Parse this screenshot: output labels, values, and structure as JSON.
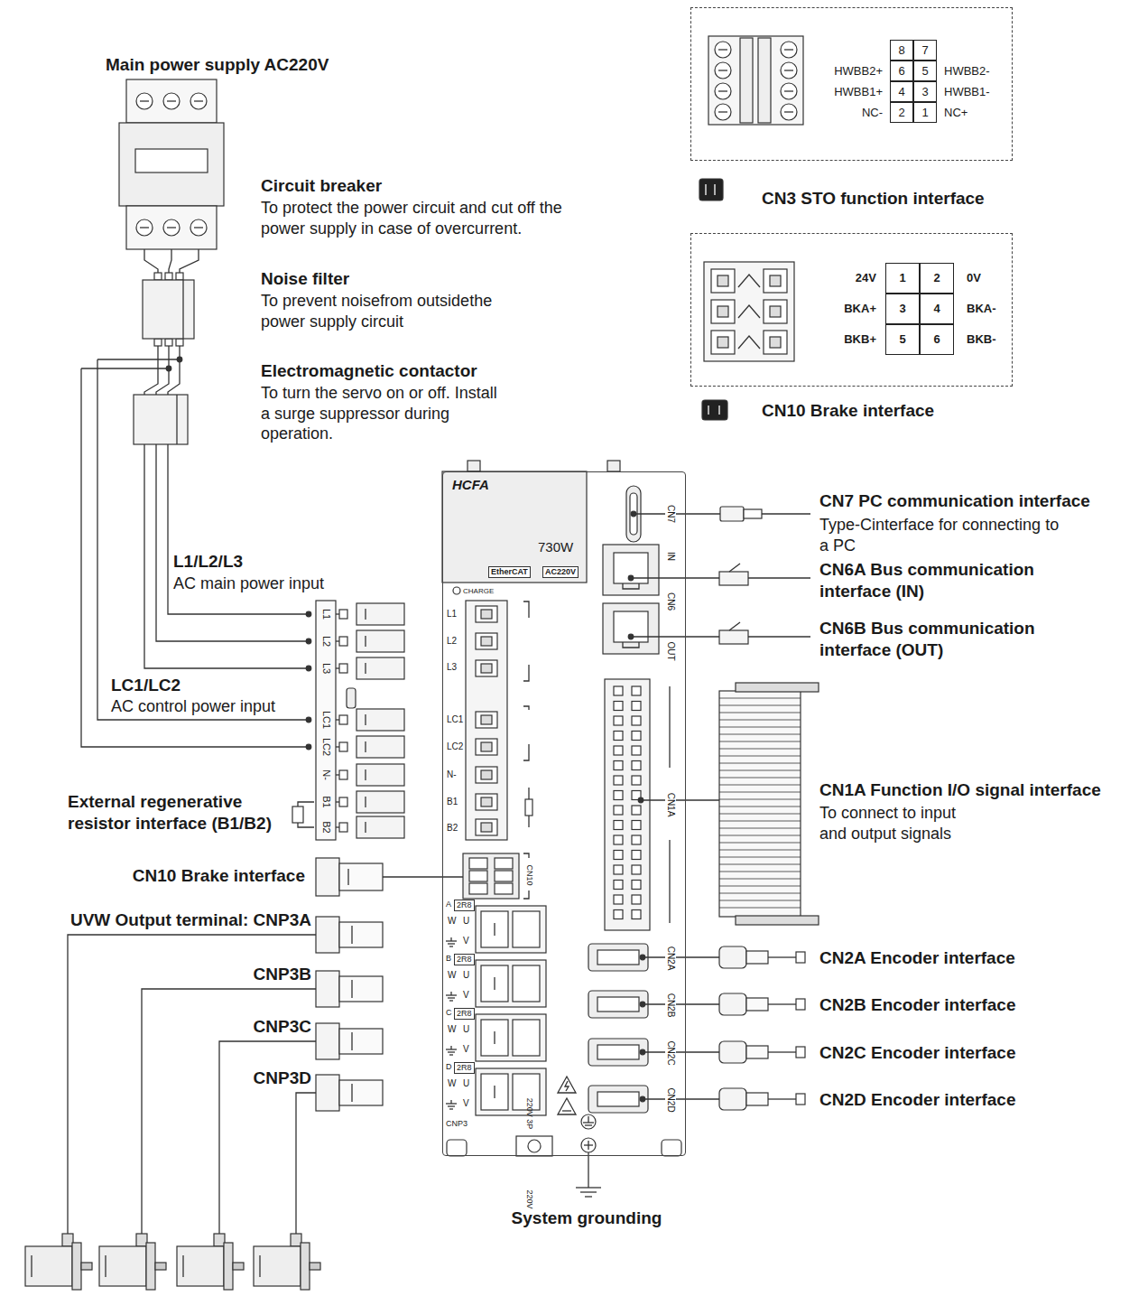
{
  "diagram": {
    "nodes": [
      {
        "text": [
          "8",
          "7",
          "HWBB2+",
          "6",
          "5",
          "HWBB2-",
          "HWBB1+",
          "4",
          "3",
          "HWBB1-",
          "NC-",
          "2",
          "1",
          "NC+",
          "CN3 STO function interface"
        ]
      },
      {
        "text": [
          "24V",
          "1",
          "2",
          "0V",
          "BKA+",
          "3",
          "4",
          "BKA-",
          "BKB+",
          "5",
          "6",
          "BKB-",
          "CN10 Brake interface"
        ]
      },
      {
        "text": [
          "L1",
          "L2",
          "L3",
          "LC1",
          "LC2",
          "N-",
          "B1",
          "B2"
        ]
      },
      {
        "text": [
          "HCFA",
          "730W",
          "EtherCAT",
          "AC220V",
          "CHARGE",
          "L1",
          "L2",
          "L3",
          "LC1",
          "LC2",
          "N-",
          "B1",
          "B2",
          "220V 3P",
          "220V",
          "CN10",
          "A",
          "2R8",
          "W",
          "U",
          "V",
          "B",
          "2R8",
          "W",
          "U",
          "V",
          "C",
          "2R8",
          "W",
          "U",
          "V",
          "D",
          "2R8",
          "W",
          "U",
          "V",
          "CNP3",
          "CN7",
          "IN",
          "CN6",
          "OUT",
          "CN1A",
          "CN2A",
          "CN2B",
          "CN2C",
          "CN2D"
        ]
      }
    ],
    "labels": [
      "Main power supply AC220V",
      "Circuit breaker",
      "To protect the power circuit and cut off the power supply in case of overcurrent.",
      "Noise filter",
      "To prevent noisefrom outsidethe power supply circuit",
      "Electromagnetic contactor",
      "To turn the servo on or off. Install a surge suppressor during operation.",
      "L1/L2/L3",
      "AC main power input",
      "LC1/LC2",
      "AC control power input",
      "External regenerative resistor interface (B1/B2)",
      "CN10 Brake interface",
      "UVW Output terminal: CNP3A",
      "CNP3B",
      "CNP3C",
      "CNP3D",
      "CN7 PC communication interface",
      "Type-Cinterface for connecting to a PC",
      "CN6A Bus communication interface (IN)",
      "CN6B Bus communication interface (OUT)",
      "CN1A Function I/O signal interface",
      "To connect to input and output signals",
      "CN2A Encoder interface",
      "CN2B Encoder interface",
      "CN2C Encoder interface",
      "CN2D Encoder interface",
      "System grounding"
    ]
  }
}
